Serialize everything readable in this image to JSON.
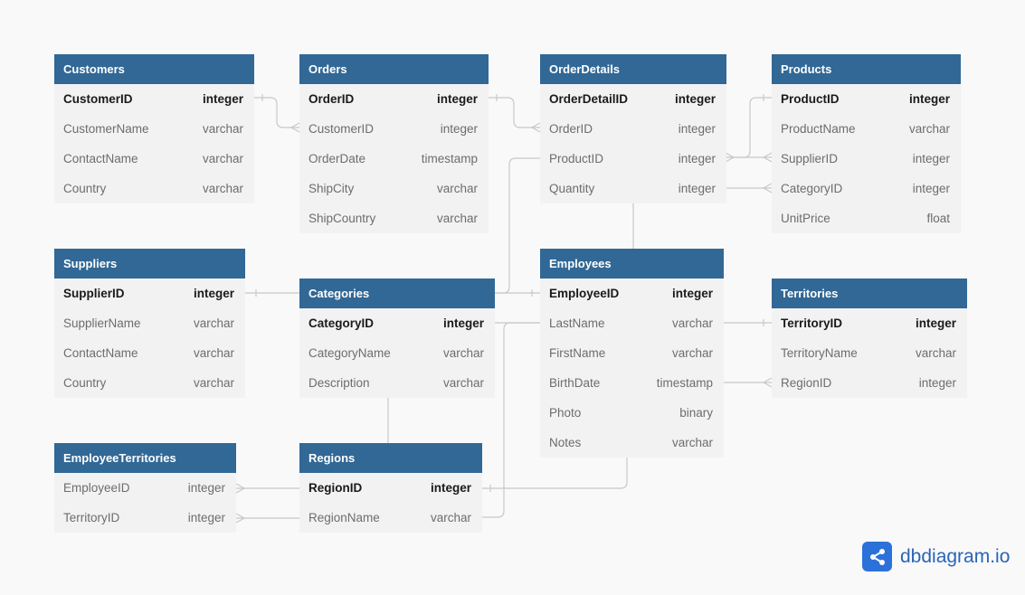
{
  "tables": [
    {
      "name": "Customers",
      "fields": [
        {
          "name": "CustomerID",
          "type": "integer",
          "pk": true
        },
        {
          "name": "CustomerName",
          "type": "varchar"
        },
        {
          "name": "ContactName",
          "type": "varchar"
        },
        {
          "name": "Country",
          "type": "varchar"
        }
      ]
    },
    {
      "name": "Orders",
      "fields": [
        {
          "name": "OrderID",
          "type": "integer",
          "pk": true
        },
        {
          "name": "CustomerID",
          "type": "integer"
        },
        {
          "name": "OrderDate",
          "type": "timestamp"
        },
        {
          "name": "ShipCity",
          "type": "varchar"
        },
        {
          "name": "ShipCountry",
          "type": "varchar"
        }
      ]
    },
    {
      "name": "OrderDetails",
      "fields": [
        {
          "name": "OrderDetailID",
          "type": "integer",
          "pk": true
        },
        {
          "name": "OrderID",
          "type": "integer"
        },
        {
          "name": "ProductID",
          "type": "integer"
        },
        {
          "name": "Quantity",
          "type": "integer"
        }
      ]
    },
    {
      "name": "Products",
      "fields": [
        {
          "name": "ProductID",
          "type": "integer",
          "pk": true
        },
        {
          "name": "ProductName",
          "type": "varchar"
        },
        {
          "name": "SupplierID",
          "type": "integer"
        },
        {
          "name": "CategoryID",
          "type": "integer"
        },
        {
          "name": "UnitPrice",
          "type": "float"
        }
      ]
    },
    {
      "name": "Suppliers",
      "fields": [
        {
          "name": "SupplierID",
          "type": "integer",
          "pk": true
        },
        {
          "name": "SupplierName",
          "type": "varchar"
        },
        {
          "name": "ContactName",
          "type": "varchar"
        },
        {
          "name": "Country",
          "type": "varchar"
        }
      ]
    },
    {
      "name": "Categories",
      "fields": [
        {
          "name": "CategoryID",
          "type": "integer",
          "pk": true
        },
        {
          "name": "CategoryName",
          "type": "varchar"
        },
        {
          "name": "Description",
          "type": "varchar"
        }
      ]
    },
    {
      "name": "Employees",
      "fields": [
        {
          "name": "EmployeeID",
          "type": "integer",
          "pk": true
        },
        {
          "name": "LastName",
          "type": "varchar"
        },
        {
          "name": "FirstName",
          "type": "varchar"
        },
        {
          "name": "BirthDate",
          "type": "timestamp"
        },
        {
          "name": "Photo",
          "type": "binary"
        },
        {
          "name": "Notes",
          "type": "varchar"
        }
      ]
    },
    {
      "name": "Territories",
      "fields": [
        {
          "name": "TerritoryID",
          "type": "integer",
          "pk": true
        },
        {
          "name": "TerritoryName",
          "type": "varchar"
        },
        {
          "name": "RegionID",
          "type": "integer"
        }
      ]
    },
    {
      "name": "EmployeeTerritories",
      "fields": [
        {
          "name": "EmployeeID",
          "type": "integer"
        },
        {
          "name": "TerritoryID",
          "type": "integer"
        }
      ]
    },
    {
      "name": "Regions",
      "fields": [
        {
          "name": "RegionID",
          "type": "integer",
          "pk": true
        },
        {
          "name": "RegionName",
          "type": "varchar"
        }
      ]
    }
  ],
  "brand": {
    "text": "dbdiagram.io",
    "color": "#2a64b8"
  },
  "colors": {
    "header": "#316896",
    "body": "#f2f2f2",
    "link": "#c8c8c8",
    "background": "#f9f9f9"
  }
}
